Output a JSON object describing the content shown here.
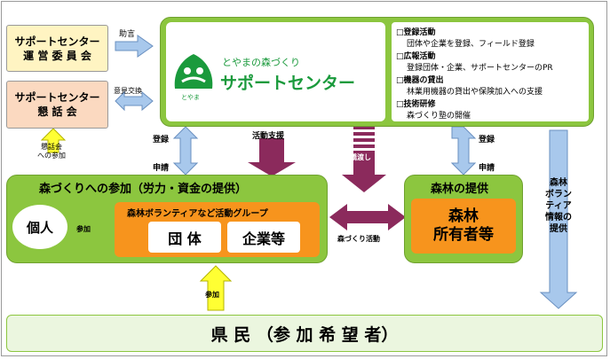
{
  "left_boxes": {
    "committee": {
      "line1": "サポートセンター",
      "line2": "運 営 委 員 会"
    },
    "council": {
      "line1": "サポートセンター",
      "line2": "懇 話 会"
    }
  },
  "arrow_labels": {
    "advice": "助言",
    "exchange": "意見交換",
    "council_participation_1": "懇話会",
    "council_participation_2": "への参加",
    "register_left": "登録",
    "apply_left": "申請",
    "activity_support": "活動支援",
    "handover": "橋渡し",
    "register_right": "登録",
    "apply_right": "申請",
    "participation_small": "参加",
    "forest_activity": "森づくり活動",
    "participation_bottom": "参加"
  },
  "center": {
    "title_small": "とやまの森づくり",
    "title_big": "サポートセンター",
    "logo_text": "とやま"
  },
  "services": [
    {
      "heading": "□登録活動",
      "detail": "団体や企業を登録、フィールド登録"
    },
    {
      "heading": "□広報活動",
      "detail": "登録団体・企業、サポートセンターのPR"
    },
    {
      "heading": "□機器の貸出",
      "detail": "林業用機器の貸出や保険加入への支援"
    },
    {
      "heading": "□技術研修",
      "detail": "森づくり塾の開催"
    }
  ],
  "participation": {
    "title": "森づくりへの参加（労力・資金の提供）",
    "individual": "個人",
    "group_title": "森林ボランティアなど活動グループ",
    "group": "団 体",
    "company": "企業等"
  },
  "forest_provision": {
    "title": "森林の提供",
    "owner_line1": "森林",
    "owner_line2": "所有者等"
  },
  "info_provision": [
    "森林",
    "ボラン",
    "ティア",
    "情報の",
    "提供"
  ],
  "citizens": "県 民 （参 加 希 望 者）",
  "colors": {
    "green": "#8cc63f",
    "orange": "#f7941d",
    "blue_arrow": "#a8c8ec",
    "maroon": "#8b2a5c",
    "yellow_arrow": "#ffff33",
    "committee_fill": "#fff4c2",
    "council_fill": "#fbd9c0",
    "citizens_fill": "#ebf6df"
  }
}
